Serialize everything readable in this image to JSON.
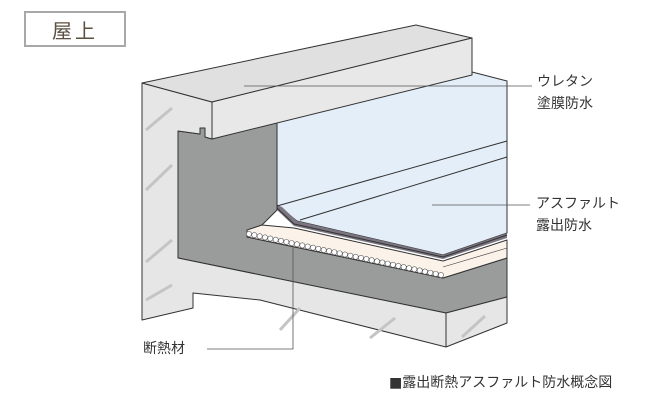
{
  "title": "屋上",
  "labels": {
    "urethane_line1": "ウレタン",
    "urethane_line2": "塗膜防水",
    "asphalt_line1": "アスファルト",
    "asphalt_line2": "露出防水",
    "insulation": "断熱材"
  },
  "caption": "■露出断熱アスファルト防水概念図",
  "colors": {
    "concrete": "#e6e6e6",
    "section": "#9a9b9b",
    "membrane_wall": "#e4eef8",
    "membrane_edge": "#7a7580",
    "insulation": "#fbf3ea"
  }
}
